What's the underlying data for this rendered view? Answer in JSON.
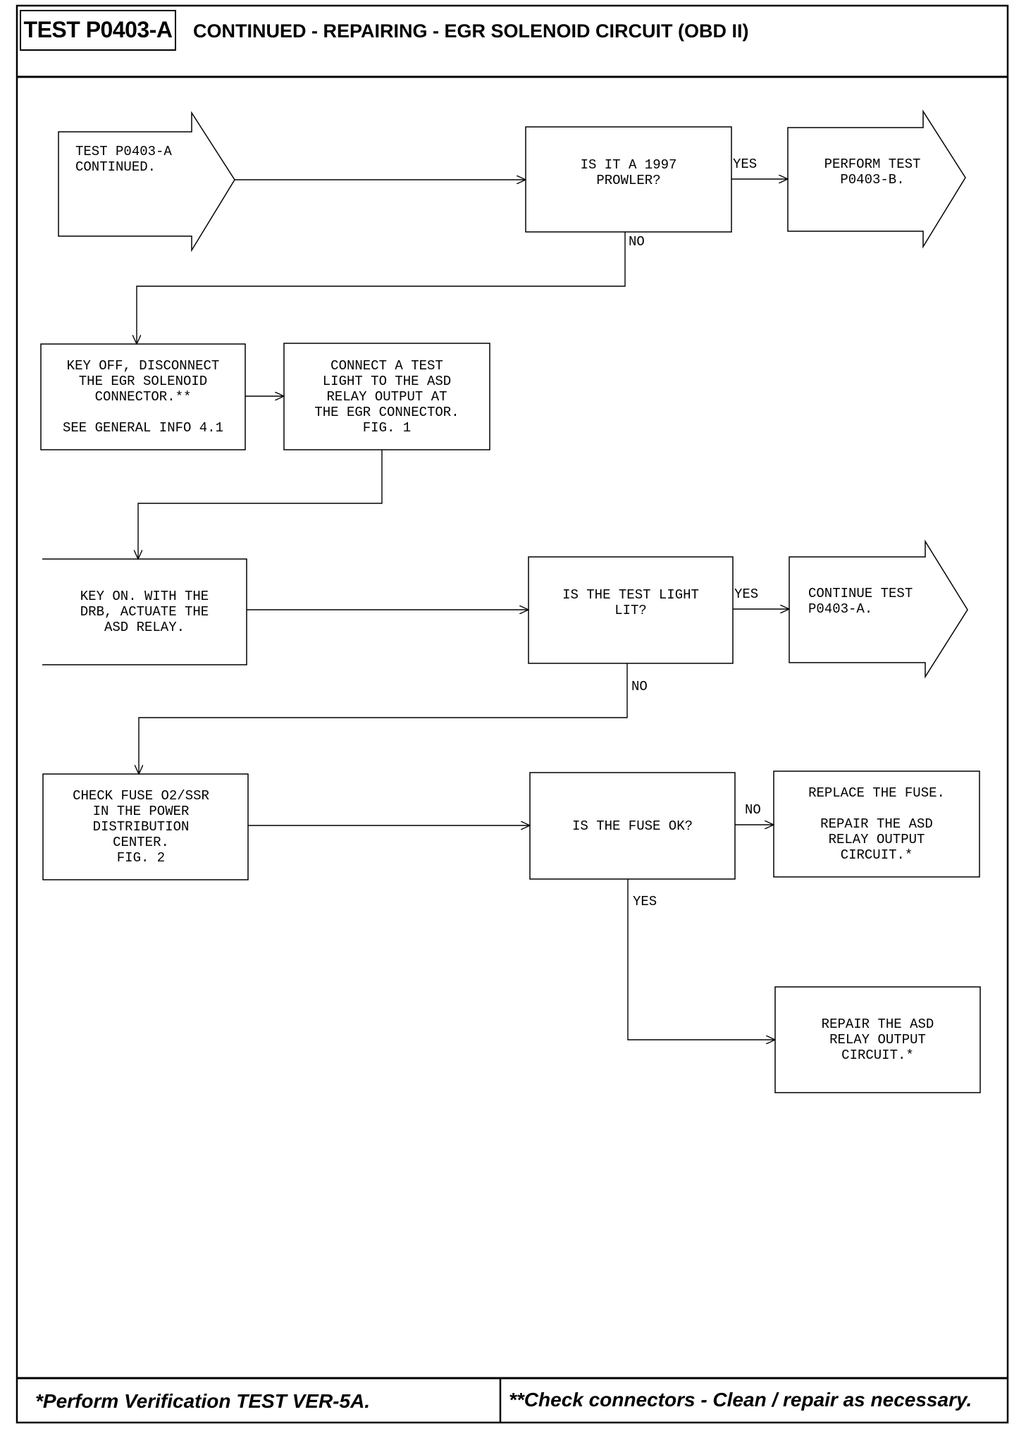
{
  "header": {
    "test_id": "TEST P0403-A",
    "title": "CONTINUED - REPAIRING - EGR SOLENOID CIRCUIT (OBD II)"
  },
  "nodes": {
    "start": "TEST P0403-A\nCONTINUED.",
    "q_prowler": "IS IT A 1997\nPROWLER?",
    "perform_b": "PERFORM TEST\nP0403-B.",
    "key_off": "KEY OFF, DISCONNECT\nTHE EGR SOLENOID\nCONNECTOR.**\n\nSEE GENERAL INFO 4.1",
    "connect_light": "CONNECT A TEST\nLIGHT TO THE ASD\nRELAY OUTPUT AT\nTHE EGR CONNECTOR.\nFIG. 1",
    "key_on": "KEY ON. WITH THE\nDRB, ACTUATE THE\nASD RELAY.",
    "q_light": "IS THE TEST LIGHT\nLIT?",
    "continue_a": "CONTINUE TEST\nP0403-A.",
    "check_fuse": "CHECK FUSE O2/SSR\nIN THE POWER\nDISTRIBUTION\nCENTER.\nFIG. 2",
    "q_fuse": "IS THE FUSE OK?",
    "replace_fuse": "REPLACE THE FUSE.\n\nREPAIR THE ASD\nRELAY OUTPUT\nCIRCUIT.*",
    "repair_asd": "REPAIR THE ASD\nRELAY OUTPUT\nCIRCUIT.*"
  },
  "labels": {
    "yes1": "YES",
    "no1": "NO",
    "yes2": "YES",
    "no2": "NO",
    "no3": "NO",
    "yes3": "YES"
  },
  "footer": {
    "left": "*Perform Verification TEST VER-5A.",
    "right": "**Check connectors - Clean / repair as necessary."
  }
}
